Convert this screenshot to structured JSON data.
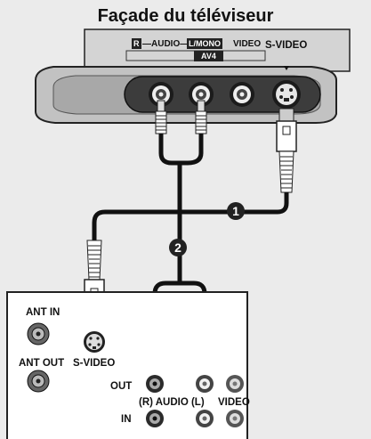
{
  "title": "Façade du téléviseur",
  "tv_panel": {
    "r_label": "R",
    "audio_label": "—AUDIO—",
    "lmono_label": "L/MONO",
    "video_label": "VIDEO",
    "av_label": "AV4",
    "svideo_label": "S-VIDEO"
  },
  "badges": {
    "one": "1",
    "two": "2"
  },
  "device": {
    "ant_in": "ANT IN",
    "ant_out": "ANT OUT",
    "svideo": "S-VIDEO",
    "out": "OUT",
    "in": "IN",
    "audio": "(R) AUDIO (L)",
    "video": "VIDEO"
  }
}
